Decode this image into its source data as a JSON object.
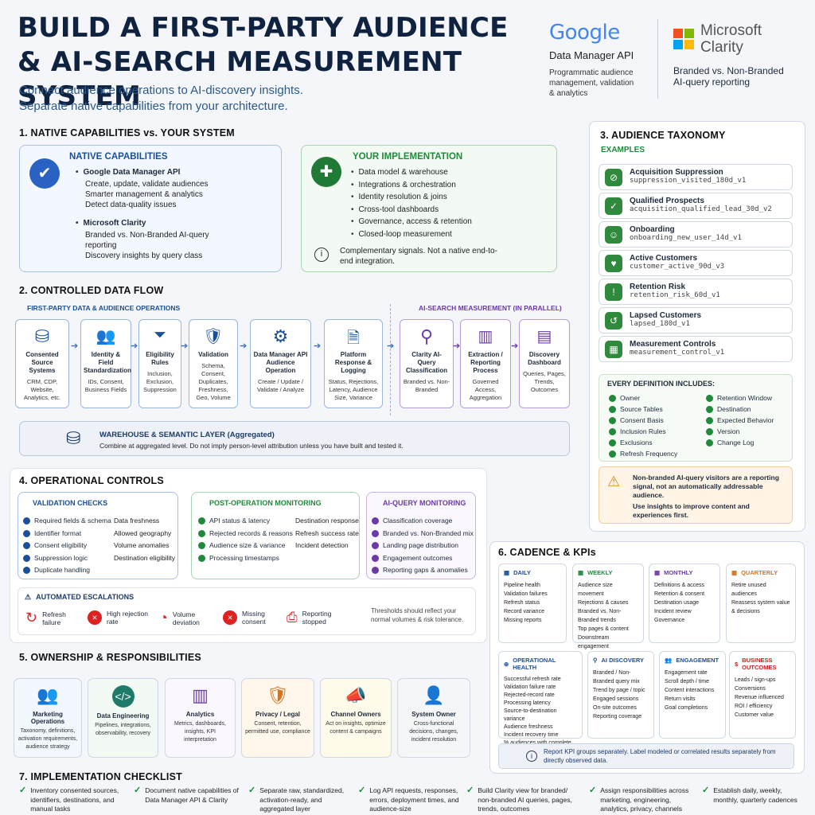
{
  "title": "BUILD A FIRST-PARTY AUDIENCE & AI-SEARCH MEASUREMENT SYSTEM",
  "subtitle": [
    "Connect audience operations to AI-discovery insights.",
    "Separate native capabilities from your architecture."
  ],
  "brands": {
    "google": {
      "logo": "Google",
      "name": "Data Manager API",
      "desc": "Programmatic audience management, validation & analytics"
    },
    "microsoft": {
      "logo": "Microsoft Clarity",
      "desc": "Branded vs. Non-Branded AI-query reporting"
    }
  },
  "s1": {
    "title": "1. NATIVE CAPABILITIES vs. YOUR SYSTEM",
    "native": {
      "head": "NATIVE CAPABILITIES",
      "g": "Google Data Manager API",
      "gi": [
        "Create, update, validate audiences",
        "Smarter management & analytics",
        "Detect data-quality issues"
      ],
      "m": "Microsoft Clarity",
      "mi": [
        "Branded vs. Non-Branded AI-query reporting",
        "Discovery insights by query class"
      ]
    },
    "yours": {
      "head": "YOUR IMPLEMENTATION",
      "items": [
        "Data model & warehouse",
        "Integrations & orchestration",
        "Identity resolution & joins",
        "Cross-tool dashboards",
        "Governance, access & retention",
        "Closed-loop measurement"
      ],
      "note": "Complementary signals. Not a native end-to-end integration."
    }
  },
  "s2": {
    "title": "2. CONTROLLED DATA FLOW",
    "left": "FIRST-PARTY DATA & AUDIENCE OPERATIONS",
    "right": "AI-SEARCH MEASUREMENT (IN PARALLEL)",
    "steps": [
      {
        "t": "Consented Source Systems",
        "d": "CRM, CDP, Website, Analytics, etc."
      },
      {
        "t": "Identity & Field Standardization",
        "d": "IDs, Consent, Business Fields"
      },
      {
        "t": "Eligibility Rules",
        "d": "Inclusion, Exclusion, Suppression"
      },
      {
        "t": "Validation",
        "d": "Schema, Consent, Duplicates, Freshness, Geo, Volume"
      },
      {
        "t": "Data Manager API Audience Operation",
        "d": "Create / Update / Validate / Analyze"
      },
      {
        "t": "Platform Response & Logging",
        "d": "Status, Rejections, Latency, Audience Size, Variance"
      },
      {
        "t": "Clarity AI-Query Classification",
        "d": "Branded vs. Non-Branded"
      },
      {
        "t": "Extraction / Reporting Process",
        "d": "Governed Access, Aggregation"
      },
      {
        "t": "Discovery Dashboard",
        "d": "Queries, Pages, Trends, Outcomes"
      }
    ],
    "warehouse": "WAREHOUSE & SEMANTIC LAYER (Aggregated)",
    "warehouse_note": "Combine at aggregated level. Do not imply person-level attribution unless you have built and tested it."
  },
  "s3": {
    "title": "3. AUDIENCE TAXONOMY",
    "examples": "EXAMPLES",
    "items": [
      {
        "n": "Acquisition Suppression",
        "c": "suppression_visited_180d_v1"
      },
      {
        "n": "Qualified Prospects",
        "c": "acquisition_qualified_lead_30d_v2"
      },
      {
        "n": "Onboarding",
        "c": "onboarding_new_user_14d_v1"
      },
      {
        "n": "Active Customers",
        "c": "customer_active_90d_v3"
      },
      {
        "n": "Retention Risk",
        "c": "retention_risk_60d_v1"
      },
      {
        "n": "Lapsed Customers",
        "c": "lapsed_180d_v1"
      },
      {
        "n": "Measurement Controls",
        "c": "measurement_control_v1"
      }
    ],
    "def_head": "EVERY DEFINITION INCLUDES:",
    "def_left": [
      "Owner",
      "Source Tables",
      "Consent Basis",
      "Inclusion Rules",
      "Exclusions",
      "Refresh Frequency"
    ],
    "def_right": [
      "Retention Window",
      "Destination",
      "Expected Behavior",
      "Version",
      "Change Log"
    ],
    "warn": "Non-branded AI-query visitors are a reporting signal, not an automatically addressable audience.",
    "warn2": "Use insights to improve content and experiences first."
  },
  "s4": {
    "title": "4. OPERATIONAL CONTROLS",
    "val": {
      "head": "VALIDATION CHECKS",
      "a": [
        "Required fields & schema",
        "Identifier format",
        "Consent eligibility",
        "Suppression logic",
        "Duplicate handling"
      ],
      "b": [
        "Data freshness",
        "Allowed geography",
        "Volume anomalies",
        "Destination eligibility"
      ]
    },
    "post": {
      "head": "POST-OPERATION MONITORING",
      "a": [
        "API status & latency",
        "Rejected records & reasons",
        "Audience size & variance",
        "Processing timestamps"
      ],
      "b": [
        "Destination response",
        "Refresh success rate",
        "Incident detection"
      ]
    },
    "ai": {
      "head": "AI-QUERY MONITORING",
      "items": [
        "Classification coverage",
        "Branded vs. Non-Branded mix",
        "Landing page distribution",
        "Engagement outcomes",
        "Reporting gaps & anomalies"
      ]
    },
    "esc_head": "AUTOMATED ESCALATIONS",
    "esc": [
      "Refresh failure",
      "High rejection rate",
      "Volume deviation",
      "Missing consent",
      "Reporting stopped"
    ],
    "esc_note": "Thresholds should reflect your normal volumes & risk tolerance."
  },
  "s5": {
    "title": "5. OWNERSHIP & RESPONSIBILITIES",
    "items": [
      {
        "t": "Marketing Operations",
        "d": "Taxonomy, definitions, activation requirements, audience strategy"
      },
      {
        "t": "Data Engineering",
        "d": "Pipelines, integrations, observability, recovery"
      },
      {
        "t": "Analytics",
        "d": "Metrics, dashboards, insights, KPI interpretation"
      },
      {
        "t": "Privacy / Legal",
        "d": "Consent, retention, permitted use, compliance"
      },
      {
        "t": "Channel Owners",
        "d": "Act on insights, optimize content & campaigns"
      },
      {
        "t": "System Owner",
        "d": "Cross-functional decisions, changes, incident resolution"
      }
    ]
  },
  "s6": {
    "title": "6. CADENCE & KPIs",
    "cad": [
      {
        "h": "DAILY",
        "i": [
          "Pipeline health",
          "Validation failures",
          "Refresh status",
          "Record variance",
          "Missing reports"
        ]
      },
      {
        "h": "WEEKLY",
        "i": [
          "Audience size movement",
          "Rejections & causes",
          "Branded vs. Non-Branded trends",
          "Top pages & content",
          "Downstream engagement"
        ]
      },
      {
        "h": "MONTHLY",
        "i": [
          "Definitions & access",
          "Retention & consent",
          "Destination usage",
          "Incident review",
          "Governance"
        ]
      },
      {
        "h": "QUARTERLY",
        "i": [
          "Retire unused audiences",
          "Reassess system value & decisions"
        ]
      }
    ],
    "kpi": [
      {
        "h": "OPERATIONAL HEALTH",
        "i": [
          "Successful refresh rate",
          "Validation failure rate",
          "Rejected-record rate",
          "Processing latency",
          "Source-to-destination variance",
          "Audience freshness",
          "Incident recovery time",
          "% audiences with complete docs"
        ]
      },
      {
        "h": "AI DISCOVERY",
        "i": [
          "Branded / Non-Branded query mix",
          "Trend by page / topic",
          "Engaged sessions",
          "On-site outcomes",
          "Reporting coverage"
        ]
      },
      {
        "h": "ENGAGEMENT",
        "i": [
          "Engagement rate",
          "Scroll depth / time",
          "Content interactions",
          "Return visits",
          "Goal completions"
        ]
      },
      {
        "h": "BUSINESS OUTCOMES",
        "i": [
          "Leads / sign-ups",
          "Conversions",
          "Revenue influenced",
          "ROI / efficiency",
          "Customer value"
        ]
      }
    ],
    "note": "Report KPI groups separately. Label modeled or correlated results separately from directly observed data."
  },
  "s7": {
    "title": "7. IMPLEMENTATION CHECKLIST",
    "items": [
      "Inventory consented sources, identifiers, destinations, and manual tasks",
      "Document native capabilities of Data Manager API & Clarity",
      "Separate raw, standardized, activation-ready, and aggregated layer",
      "Log API requests, responses, errors, deployment times, and audience-size",
      "Build Clarity view for branded/ non-branded AI queries, pages, trends, outcomes",
      "Assign responsibilities across marketing, engineering, analytics, privacy, channels",
      "Establish daily, weekly, monthly, quarterly cadences"
    ]
  },
  "colors": {
    "navy": "#0f2340",
    "blue": "#1a4f9a",
    "green": "#1f8a3a",
    "purple": "#6a3aa8",
    "orange": "#d9731a"
  }
}
